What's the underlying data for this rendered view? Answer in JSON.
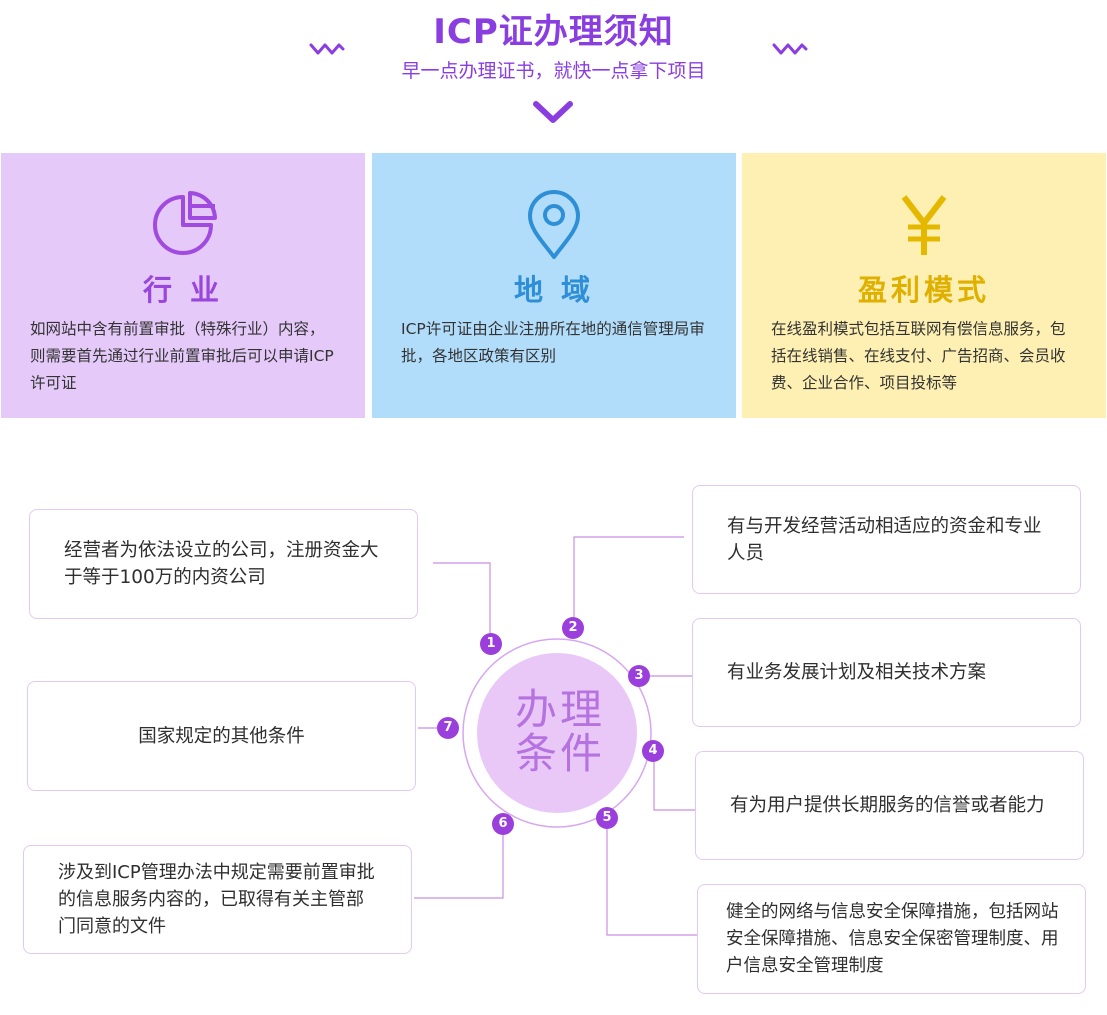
{
  "header": {
    "title": "ICP证办理须知",
    "subtitle": "早一点办理证书，就快一点拿下项目"
  },
  "colors": {
    "accent": "#8a3ee0",
    "card_purple": "#e4c9f9",
    "card_blue": "#b1ddfb",
    "card_yellow": "#fdf0b2",
    "node": "#9b3fdc"
  },
  "cards": [
    {
      "icon": "pie-chart-icon",
      "title": "行 业",
      "desc": "如网站中含有前置审批（特殊行业）内容，则需要首先通过行业前置审批后可以申请ICP许可证"
    },
    {
      "icon": "location-pin-icon",
      "title": "地 域",
      "desc": "ICP许可证由企业注册所在地的通信管理局审批，各地区政策有区别"
    },
    {
      "icon": "yen-icon",
      "title": "盈利模式",
      "desc": "在线盈利模式包括互联网有偿信息服务，包括在线销售、在线支付、广告招商、会员收费、企业合作、项目投标等"
    }
  ],
  "center": {
    "line1": "办理",
    "line2": "条件"
  },
  "conditions": [
    {
      "num": "1",
      "text": "经营者为依法设立的公司，注册资金大于等于100万的内资公司"
    },
    {
      "num": "2",
      "text": "有与开发经营活动相适应的资金和专业人员"
    },
    {
      "num": "3",
      "text": "有业务发展计划及相关技术方案"
    },
    {
      "num": "4",
      "text": "有为用户提供长期服务的信誉或者能力"
    },
    {
      "num": "5",
      "text": "健全的网络与信息安全保障措施，包括网站安全保障措施、信息安全保密管理制度、用户信息安全管理制度"
    },
    {
      "num": "6",
      "text": "涉及到ICP管理办法中规定需要前置审批的信息服务内容的，已取得有关主管部门同意的文件"
    },
    {
      "num": "7",
      "text": "国家规定的其他条件"
    }
  ]
}
